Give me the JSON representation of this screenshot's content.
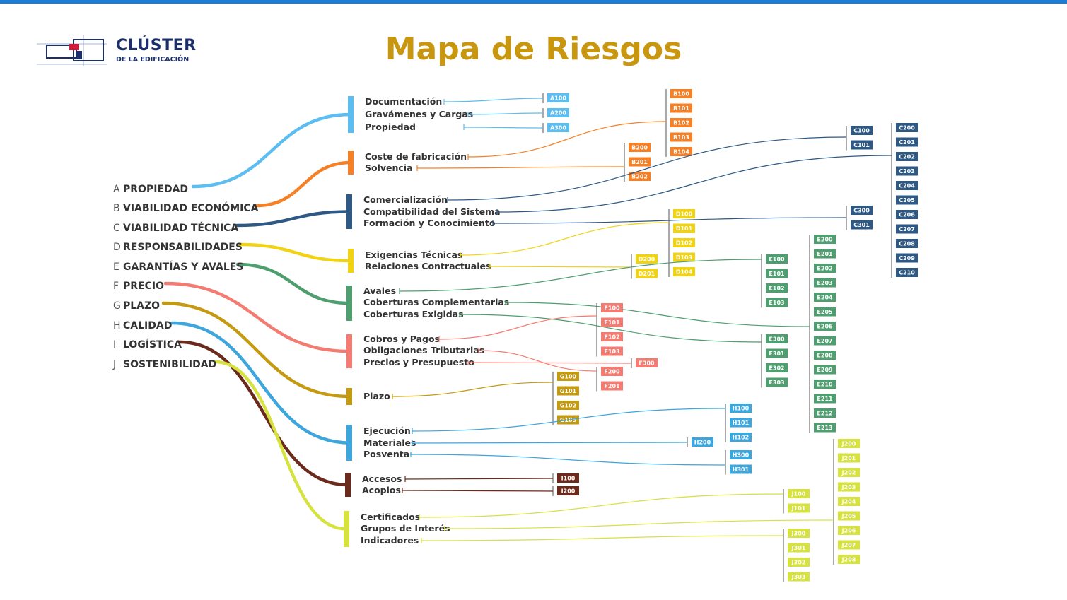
{
  "title": "Mapa de Riesgos",
  "logo": {
    "line1": "CLÚSTER",
    "line2": "DE LA EDIFICACIÓN"
  },
  "categories": [
    {
      "letter": "A",
      "name": "PROPIEDAD",
      "color": "#5bbdf0",
      "subs": [
        {
          "label": "Documentación",
          "codes": [
            "A100"
          ]
        },
        {
          "label": "Gravámenes y Cargas",
          "codes": [
            "A200"
          ]
        },
        {
          "label": "Propiedad",
          "codes": [
            "A300"
          ]
        }
      ]
    },
    {
      "letter": "B",
      "name": "VIABILIDAD ECONÓMICA",
      "color": "#f58025",
      "subs": [
        {
          "label": "Coste de fabricación",
          "codes": [
            "B100",
            "B101",
            "B102",
            "B103",
            "B104"
          ]
        },
        {
          "label": "Solvencia",
          "codes": [
            "B200",
            "B201",
            "B202"
          ]
        }
      ]
    },
    {
      "letter": "C",
      "name": "VIABILIDAD TÉCNICA",
      "color": "#2e5985",
      "subs": [
        {
          "label": "Comercialización",
          "codes": [
            "C100",
            "C101"
          ]
        },
        {
          "label": "Compatibilidad del Sistema",
          "codes": [
            "C200",
            "C201",
            "C202",
            "C203",
            "C204",
            "C205",
            "C206",
            "C207",
            "C208",
            "C209",
            "C210"
          ]
        },
        {
          "label": "Formación y Conocimiento",
          "codes": [
            "C300",
            "C301"
          ]
        }
      ]
    },
    {
      "letter": "D",
      "name": "RESPONSABILIDADES",
      "color": "#f2d313",
      "subs": [
        {
          "label": "Exigencias Técnicas",
          "codes": [
            "D100",
            "D101",
            "D102",
            "D103",
            "D104"
          ]
        },
        {
          "label": "Relaciones Contractuales",
          "codes": [
            "D200",
            "D201"
          ]
        }
      ]
    },
    {
      "letter": "E",
      "name": "GARANTÍAS Y AVALES",
      "color": "#4e9e6f",
      "subs": [
        {
          "label": "Avales",
          "codes": [
            "E100",
            "E101",
            "E102",
            "E103"
          ]
        },
        {
          "label": "Coberturas Complementarias",
          "codes": [
            "E200",
            "E201",
            "E202",
            "E203",
            "E204",
            "E205",
            "E206",
            "E207",
            "E208",
            "E209",
            "E210",
            "E211",
            "E212",
            "E213"
          ]
        },
        {
          "label": "Coberturas Exigidas",
          "codes": [
            "E300",
            "E301",
            "E302",
            "E303"
          ]
        }
      ]
    },
    {
      "letter": "F",
      "name": "PRECIO",
      "color": "#f47b71",
      "subs": [
        {
          "label": "Cobros y Pagos",
          "codes": [
            "F100",
            "F101",
            "F102",
            "F103"
          ]
        },
        {
          "label": "Obligaciones Tributarias",
          "codes": [
            "F200",
            "F201"
          ]
        },
        {
          "label": "Precios y Presupuesto",
          "codes": [
            "F300"
          ]
        }
      ]
    },
    {
      "letter": "G",
      "name": "PLAZO",
      "color": "#c49a10",
      "subs": [
        {
          "label": "Plazo",
          "codes": [
            "G100",
            "G101",
            "G102",
            "G103"
          ]
        }
      ]
    },
    {
      "letter": "H",
      "name": "CALIDAD",
      "color": "#3da6dc",
      "subs": [
        {
          "label": "Ejecución",
          "codes": [
            "H100",
            "H101",
            "H102"
          ]
        },
        {
          "label": "Materiales",
          "codes": [
            "H200"
          ]
        },
        {
          "label": "Posventa",
          "codes": [
            "H300",
            "H301"
          ]
        }
      ]
    },
    {
      "letter": "I",
      "name": "LOGÍSTICA",
      "color": "#6b2a1c",
      "subs": [
        {
          "label": "Accesos",
          "codes": [
            "I100"
          ]
        },
        {
          "label": "Acopios",
          "codes": [
            "I200"
          ]
        }
      ]
    },
    {
      "letter": "J",
      "name": "SOSTENIBILIDAD",
      "color": "#d6e23f",
      "subs": [
        {
          "label": "Certificados",
          "codes": [
            "J100",
            "J101"
          ]
        },
        {
          "label": "Grupos de Interés",
          "codes": [
            "J200",
            "J201",
            "J202",
            "J203",
            "J204",
            "J205",
            "J206",
            "J207",
            "J208"
          ]
        },
        {
          "label": "Indicadores",
          "codes": [
            "J300",
            "J301",
            "J302",
            "J303"
          ]
        }
      ]
    }
  ]
}
